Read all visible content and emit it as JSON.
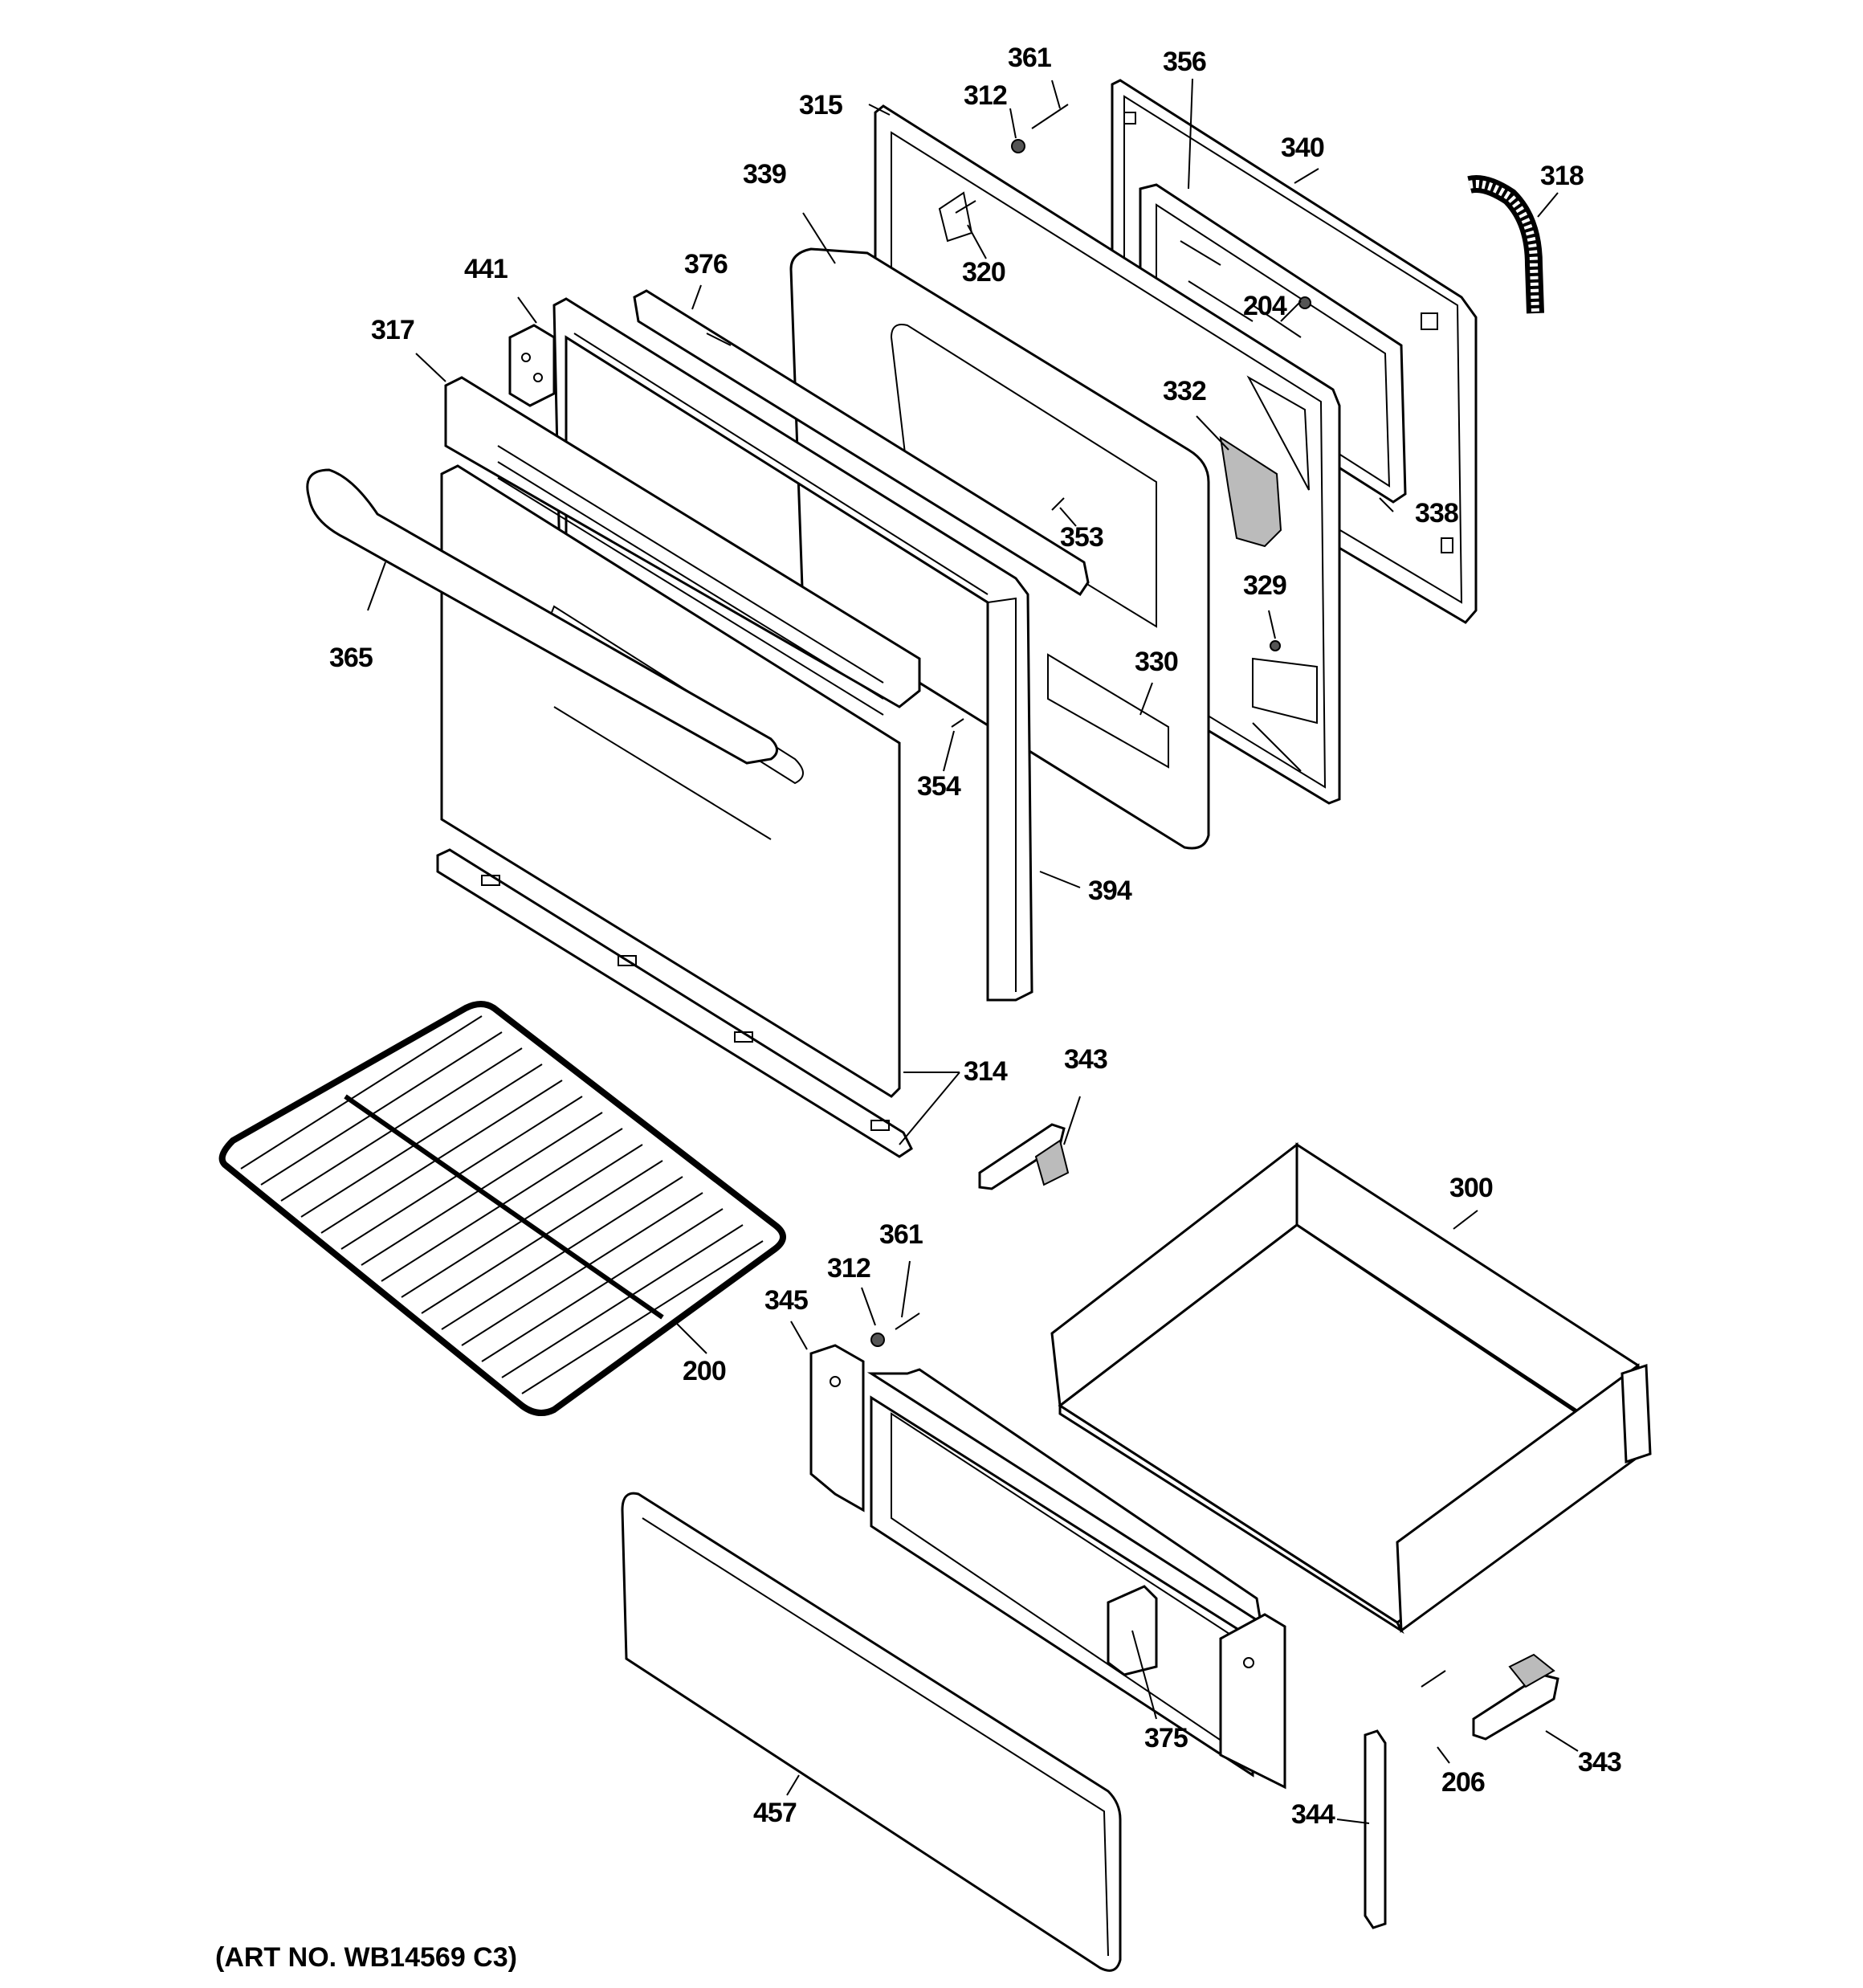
{
  "diagram": {
    "art_number": "(ART NO. WB14569 C3)",
    "parts": {
      "p361a": "361",
      "p312a": "312",
      "p315": "315",
      "p356": "356",
      "p340": "340",
      "p318": "318",
      "p339": "339",
      "p320": "320",
      "p441": "441",
      "p376": "376",
      "p204": "204",
      "p317": "317",
      "p332": "332",
      "p338": "338",
      "p353": "353",
      "p365": "365",
      "p329": "329",
      "p330": "330",
      "p354": "354",
      "p394": "394",
      "p314": "314",
      "p343a": "343",
      "p300": "300",
      "p361b": "361",
      "p312b": "312",
      "p345": "345",
      "p200": "200",
      "p375": "375",
      "p206": "206",
      "p343b": "343",
      "p344": "344",
      "p457": "457"
    }
  }
}
